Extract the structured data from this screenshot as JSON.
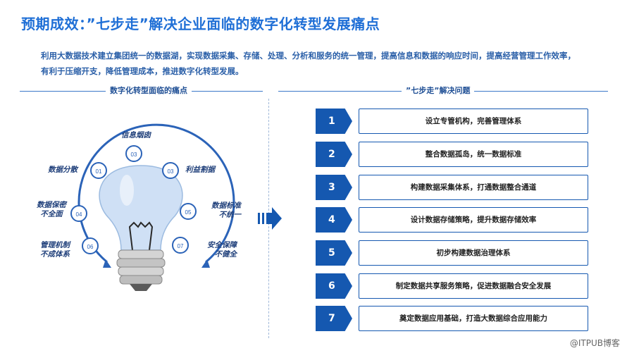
{
  "title": "预期成效：”七步走”解决企业面临的数字化转型发展痛点",
  "intro": "利用大数据技术建立集团统一的数据湖，实现数据采集、存储、处理、分析和服务的统一管理，提高信息和数据的响应时间，提高经营管理工作效率，有利于压缩开支，降低管理成本，推进数字化转型发展。",
  "left_section": {
    "title": "数字化转型面临的痛点"
  },
  "right_section": {
    "title": "”七步走”解决问题"
  },
  "pain_points": [
    {
      "num": "01",
      "label_lines": [
        "数据分散"
      ]
    },
    {
      "num": "03",
      "label_lines": [
        "信息烟囱"
      ]
    },
    {
      "num": "03",
      "label_lines": [
        "利益割据"
      ]
    },
    {
      "num": "04",
      "label_lines": [
        "数据保密",
        "不全面"
      ]
    },
    {
      "num": "05",
      "label_lines": [
        "数据标准",
        "不统一"
      ]
    },
    {
      "num": "06",
      "label_lines": [
        "管理机制",
        "不成体系"
      ]
    },
    {
      "num": "07",
      "label_lines": [
        "安全保障",
        "不健全"
      ]
    }
  ],
  "steps": [
    {
      "num": "1",
      "text": "设立专管机构，完善管理体系"
    },
    {
      "num": "2",
      "text": "整合数据孤岛，统一数据标准"
    },
    {
      "num": "3",
      "text": "构建数据采集体系，打通数据整合通道"
    },
    {
      "num": "4",
      "text": "设计数据存储策略，提升数据存储效率"
    },
    {
      "num": "5",
      "text": "初步构建数据治理体系"
    },
    {
      "num": "6",
      "text": "制定数据共享服务策略，促进数据融合安全发展"
    },
    {
      "num": "7",
      "text": "奠定数据应用基础，打造大数据综合应用能力"
    }
  ],
  "colors": {
    "primary": "#1558b0",
    "bulb": "#cfe0f5",
    "ring": "#2b63b8"
  },
  "watermark": "@ITPUB博客"
}
